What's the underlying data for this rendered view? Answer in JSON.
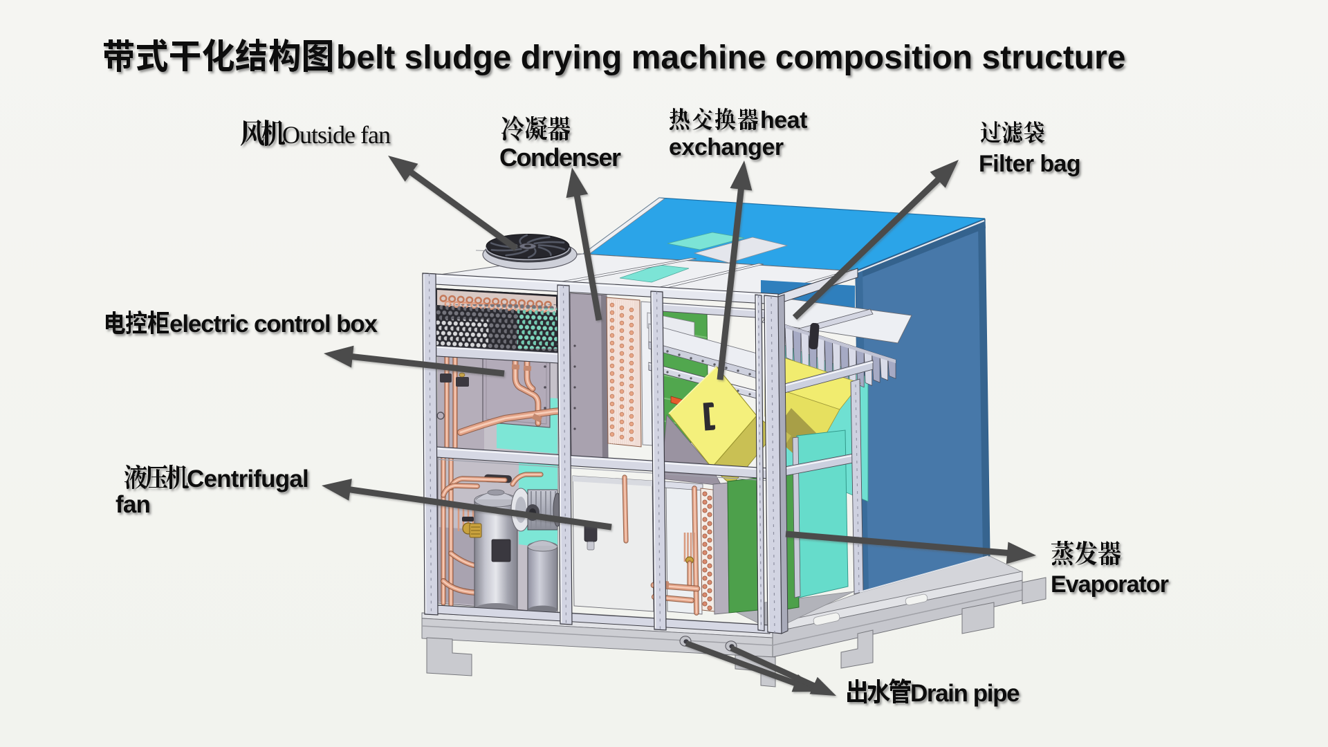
{
  "page": {
    "type": "technical-diagram-slide",
    "background_color": "#f4f4f1",
    "language": "zh-CN / en"
  },
  "title": {
    "zh": "带式干化结构图",
    "en": "belt sludge drying machine composition structure"
  },
  "labels": {
    "outside_fan": {
      "zh": "风机",
      "en": "Outside fan"
    },
    "condenser": {
      "zh": "冷凝器",
      "en": "Condenser"
    },
    "heat_exchanger": {
      "zh": "热交换器",
      "en1": "heat",
      "en2": "exchanger"
    },
    "filter_bag": {
      "zh": "过滤袋",
      "en": "Filter bag"
    },
    "electric_control_box": {
      "zh": "电控柜",
      "en": "electric control box"
    },
    "centrifugal_fan": {
      "zh": "液压机",
      "en1": "Centrifugal",
      "en2": "fan"
    },
    "evaporator": {
      "zh": "蒸发器",
      "en": "Evaporator"
    },
    "drain_pipe": {
      "zh": "出水管",
      "en": "Drain pipe"
    }
  },
  "machine": {
    "subject": "belt sludge drying machine 3D cutaway illustration",
    "callout_arrow_color": "#4b4b4b",
    "parts": [
      "outside fan",
      "condenser",
      "heat exchanger",
      "filter bag",
      "electric control box",
      "centrifugal fan",
      "evaporator",
      "drain pipe"
    ]
  },
  "colors": {
    "background": "#f4f4f1",
    "text": "#101010",
    "arrow": "#4b4b4b",
    "roof_panel_blue": "#2ba4e8",
    "side_panel_blue": "#4778a9",
    "teal_panels": "#6fe0d2",
    "green_panels": "#4da04b",
    "yellow_duct": "#f4f07c",
    "copper_pipes": "#e2a287",
    "frame_metal": "#d2d4e2",
    "base_skid": "#c6c7cd"
  }
}
